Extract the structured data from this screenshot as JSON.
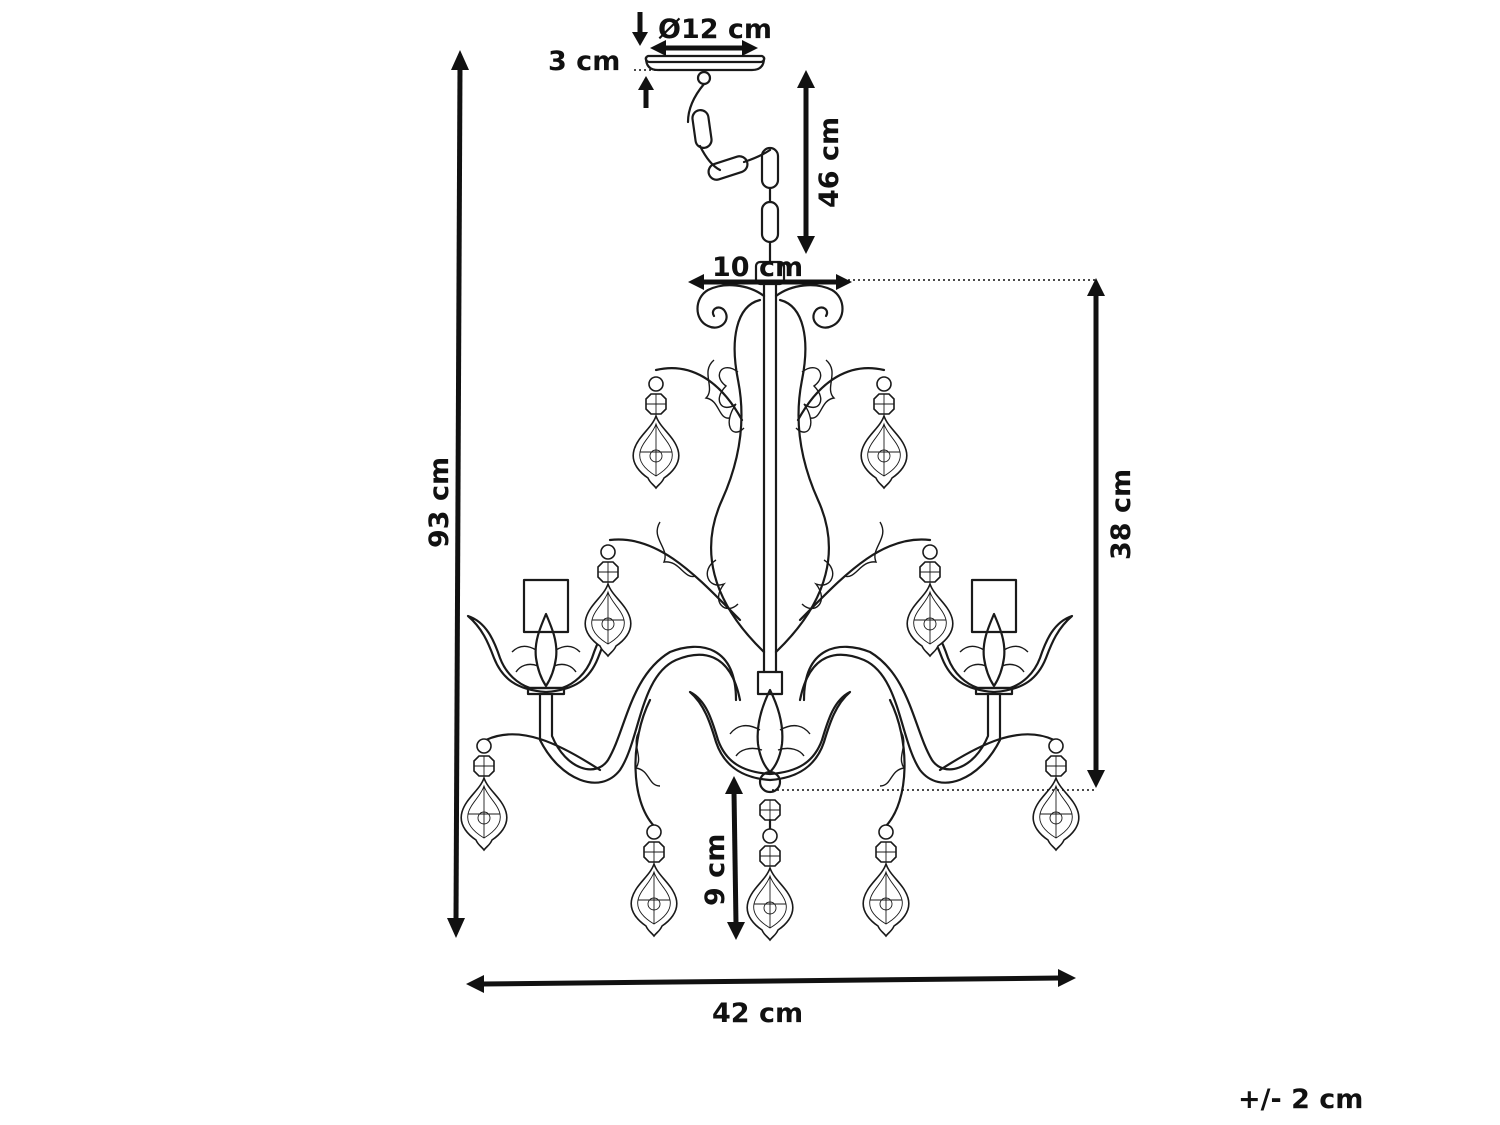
{
  "dimensions": {
    "canopy_diameter": "Ø12 cm",
    "canopy_height": "3 cm",
    "chain_length": "46 cm",
    "top_width": "10 cm",
    "total_height": "93 cm",
    "body_height": "38 cm",
    "bottom_drop": "9 cm",
    "total_width": "42 cm",
    "tolerance": "+/- 2 cm"
  },
  "colors": {
    "ink": "#111111",
    "background": "#ffffff"
  },
  "icons": {
    "product": "chandelier-line-drawing",
    "arrows": "dimension-arrow"
  }
}
